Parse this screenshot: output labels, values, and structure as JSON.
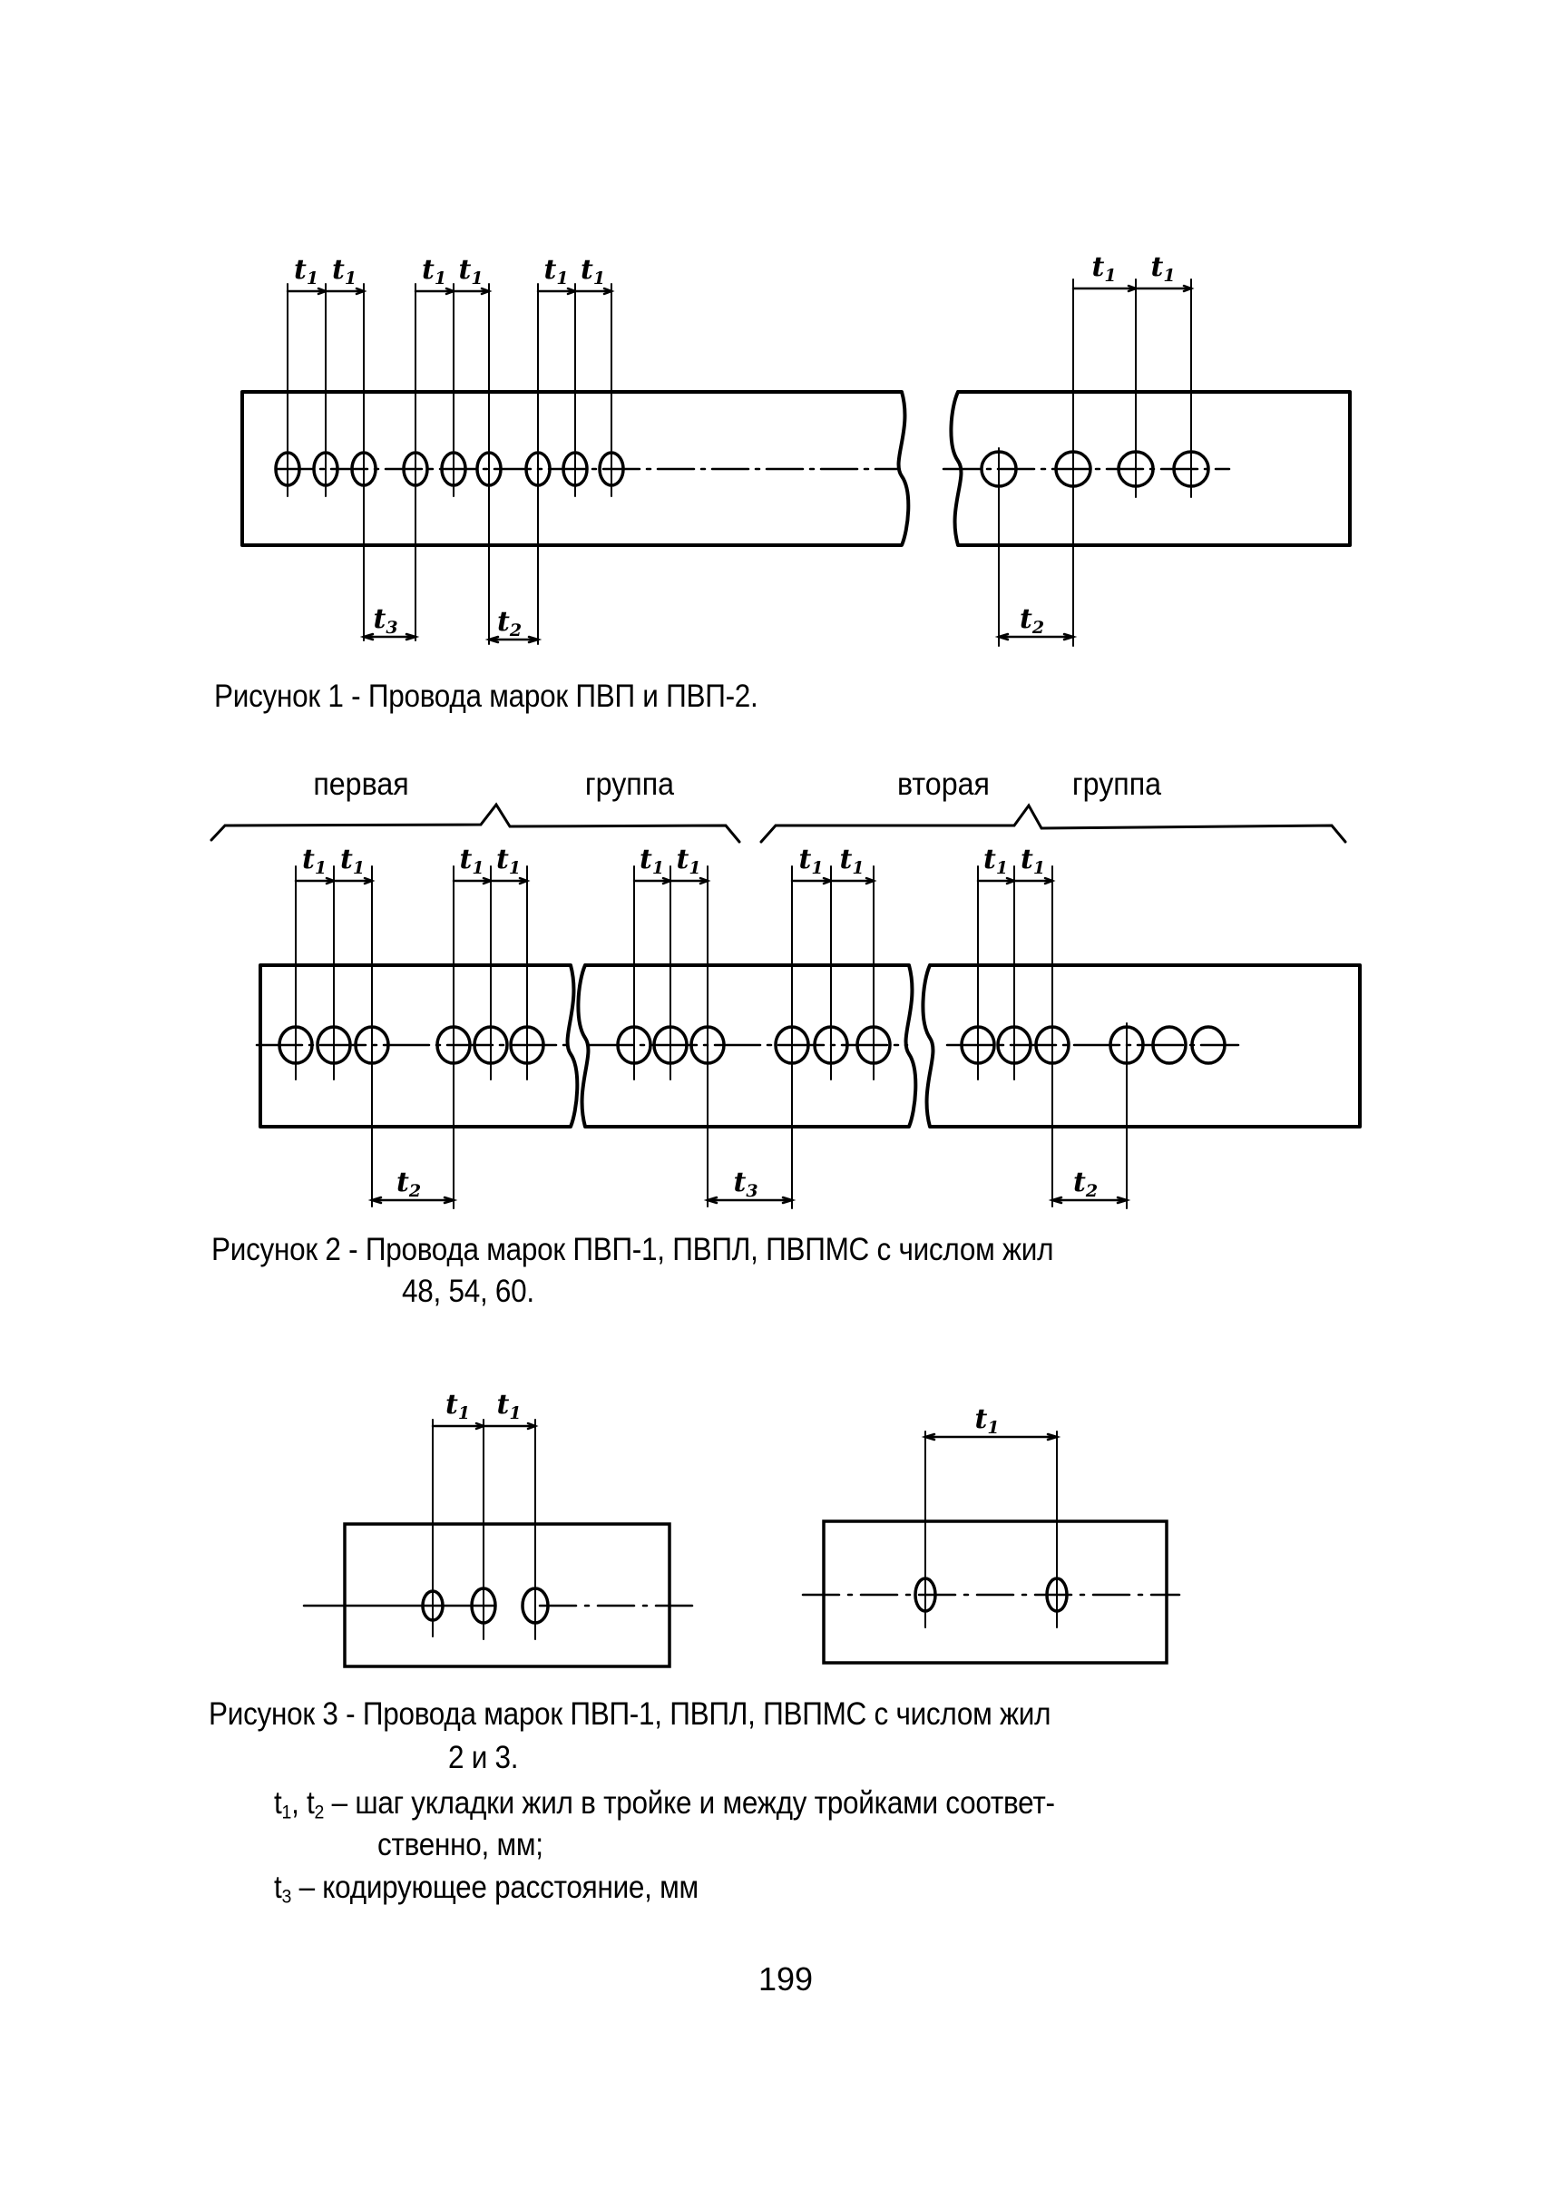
{
  "figure1": {
    "caption": "Рисунок 1 - Провода марок ПВП и ПВП-2.",
    "dim_labels": {
      "t1": "t1",
      "t2": "t2",
      "t3": "t3"
    }
  },
  "figure2": {
    "groups": [
      {
        "word1": "первая",
        "word2": "группа"
      },
      {
        "word1": "вторая",
        "word2": "группа"
      }
    ],
    "caption_line1": "Рисунок 2 - Провода марок ПВП-1, ПВПЛ, ПВПМС с числом жил",
    "caption_line2": "48, 54, 60."
  },
  "figure3": {
    "caption_line1": "Рисунок 3 -  Провода марок ПВП-1, ПВПЛ,  ПВПМС с числом жил",
    "caption_line2": "2 и 3."
  },
  "legend": {
    "line1_sym_a": "t",
    "line1_sub_a": "1",
    "line1_sep": ", ",
    "line1_sym_b": "t",
    "line1_sub_b": "2",
    "line1_text": " – шаг укладки жил в тройке и между тройками соответ-",
    "line2_text": "ственно, мм;",
    "line3_sym": "t",
    "line3_sub": "3",
    "line3_text": " – кодирующее расстояние, мм"
  },
  "page_number": "199"
}
